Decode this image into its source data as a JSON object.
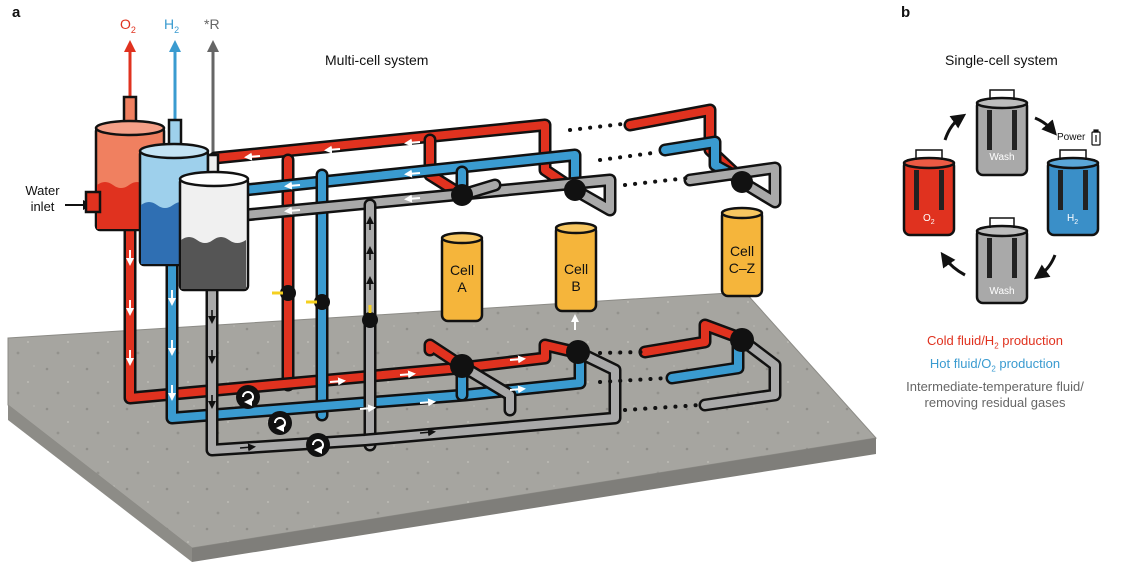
{
  "panels": {
    "a": {
      "letter": "a",
      "title": "Multi-cell system",
      "water_inlet": [
        "Water",
        "inlet"
      ],
      "outputs": {
        "o2": {
          "base": "O",
          "sub": "2",
          "color": "#e0321f"
        },
        "h2": {
          "base": "H",
          "sub": "2",
          "color": "#3a9bd0"
        },
        "r": {
          "text": "*R",
          "color": "#666666"
        }
      },
      "cells": [
        {
          "line1": "Cell",
          "line2": "A"
        },
        {
          "line1": "Cell",
          "line2": "B"
        },
        {
          "line1": "Cell",
          "line2": "C–Z"
        }
      ]
    },
    "b": {
      "letter": "b",
      "title": "Single-cell system",
      "power": "Power",
      "steps": {
        "wash_top": "Wash",
        "h2": {
          "base": "H",
          "sub": "2"
        },
        "wash_bottom": "Wash",
        "o2": {
          "base": "O",
          "sub": "2"
        }
      },
      "legend": {
        "cold": {
          "pre": "Cold fluid/H",
          "sub": "2",
          "post": " production",
          "color": "#e0321f"
        },
        "hot": {
          "pre": "Hot fluid/O",
          "sub": "2",
          "post": " production",
          "color": "#3a9bd0"
        },
        "intermediate": {
          "line1": "Intermediate-temperature fluid/",
          "line2": "removing residual gases",
          "color": "#666666"
        }
      }
    }
  },
  "colors": {
    "cold": "#e0321f",
    "hot": "#3a9bd0",
    "intermediate": "#a9a9a9",
    "cell": "#f5b53b",
    "slab": "#a3a29c"
  }
}
